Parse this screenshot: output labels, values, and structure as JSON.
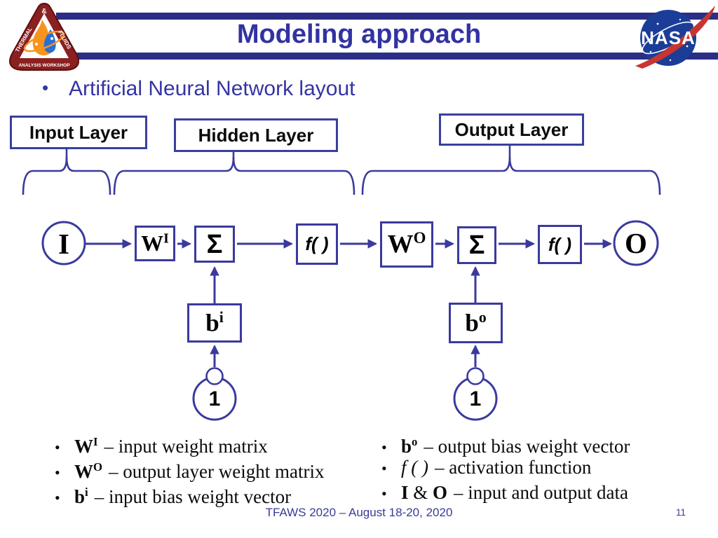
{
  "slide": {
    "title": "Modeling approach",
    "bullet_char": "•",
    "bullet": "Artificial Neural Network layout",
    "footer": "TFAWS 2020 – August 18-20, 2020",
    "page_number": "11"
  },
  "logos": {
    "tfaws": {
      "thermal": "THERMAL",
      "amp": "&",
      "fluids": "FLUIDS",
      "banner": "ANALYSIS WORKSHOP"
    },
    "nasa": {
      "text": "NASA"
    }
  },
  "layers": {
    "input": "Input Layer",
    "hidden": "Hidden Layer",
    "output": "Output Layer"
  },
  "nodes": {
    "input_circle": "I",
    "output_circle": "O",
    "weight_input": {
      "base": "W",
      "sup": "I"
    },
    "weight_output": {
      "base": "W",
      "sup": "O"
    },
    "sum1": "Σ",
    "sum2": "Σ",
    "activation1": "f( )",
    "activation2": "f( )",
    "bias_input": {
      "base": "b",
      "sup": "i"
    },
    "bias_output": {
      "base": "b",
      "sup": "o"
    },
    "bias_const_left": "1",
    "bias_const_right": "1"
  },
  "legend": {
    "left": [
      {
        "base": "W",
        "sup": "I",
        "desc": "– input weight matrix"
      },
      {
        "base": "W",
        "sup": "O",
        "desc": "– output layer weight matrix"
      },
      {
        "base": "b",
        "sup": "i",
        "desc": "– input bias weight vector"
      }
    ],
    "right": [
      {
        "base": "b",
        "sup": "o",
        "desc": "– output bias weight vector"
      },
      {
        "base": "f ( )",
        "sup": "",
        "desc": "– activation function"
      },
      {
        "sym1": "I",
        "amp": " & ",
        "sym2": "O",
        "desc": "– input and output data"
      }
    ]
  },
  "colors": {
    "header_bar": "#2B2E85",
    "title_blue": "#3232A2",
    "diagram_line": "#3A3A9E",
    "footer_blue": "#3A3A9B",
    "tfaws_maroon": "#8A2020",
    "nasa_blue": "#1B3D97",
    "nasa_red": "#C63531",
    "flame_orange": "#F7941D",
    "drop_blue": "#2A6FD6"
  }
}
